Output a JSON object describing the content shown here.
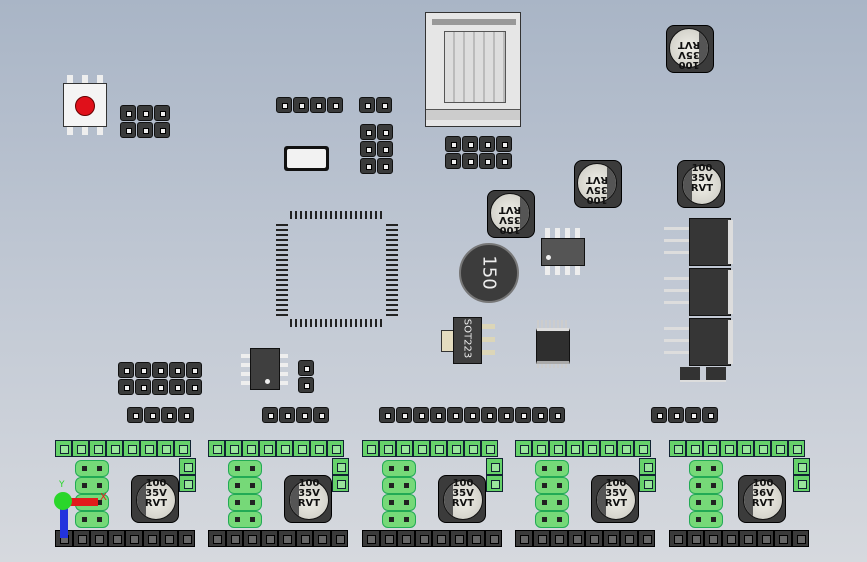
{
  "capacitor": {
    "value": "100",
    "voltage": "35V",
    "series": "RVT"
  },
  "capacitor_alt": {
    "value": "100",
    "voltage": "36V",
    "series": "RVT"
  },
  "inductor": {
    "label": "150"
  },
  "regulator": {
    "label": "SOT223"
  },
  "axis_triad": {
    "x_label": "X",
    "y_label": "Y"
  },
  "colors": {
    "background_top": "#a9b5c6",
    "background_bottom": "#d6d9de",
    "header_green": "#66d26a",
    "header_dark": "#3a3a3a",
    "button_red": "#e0101a"
  }
}
